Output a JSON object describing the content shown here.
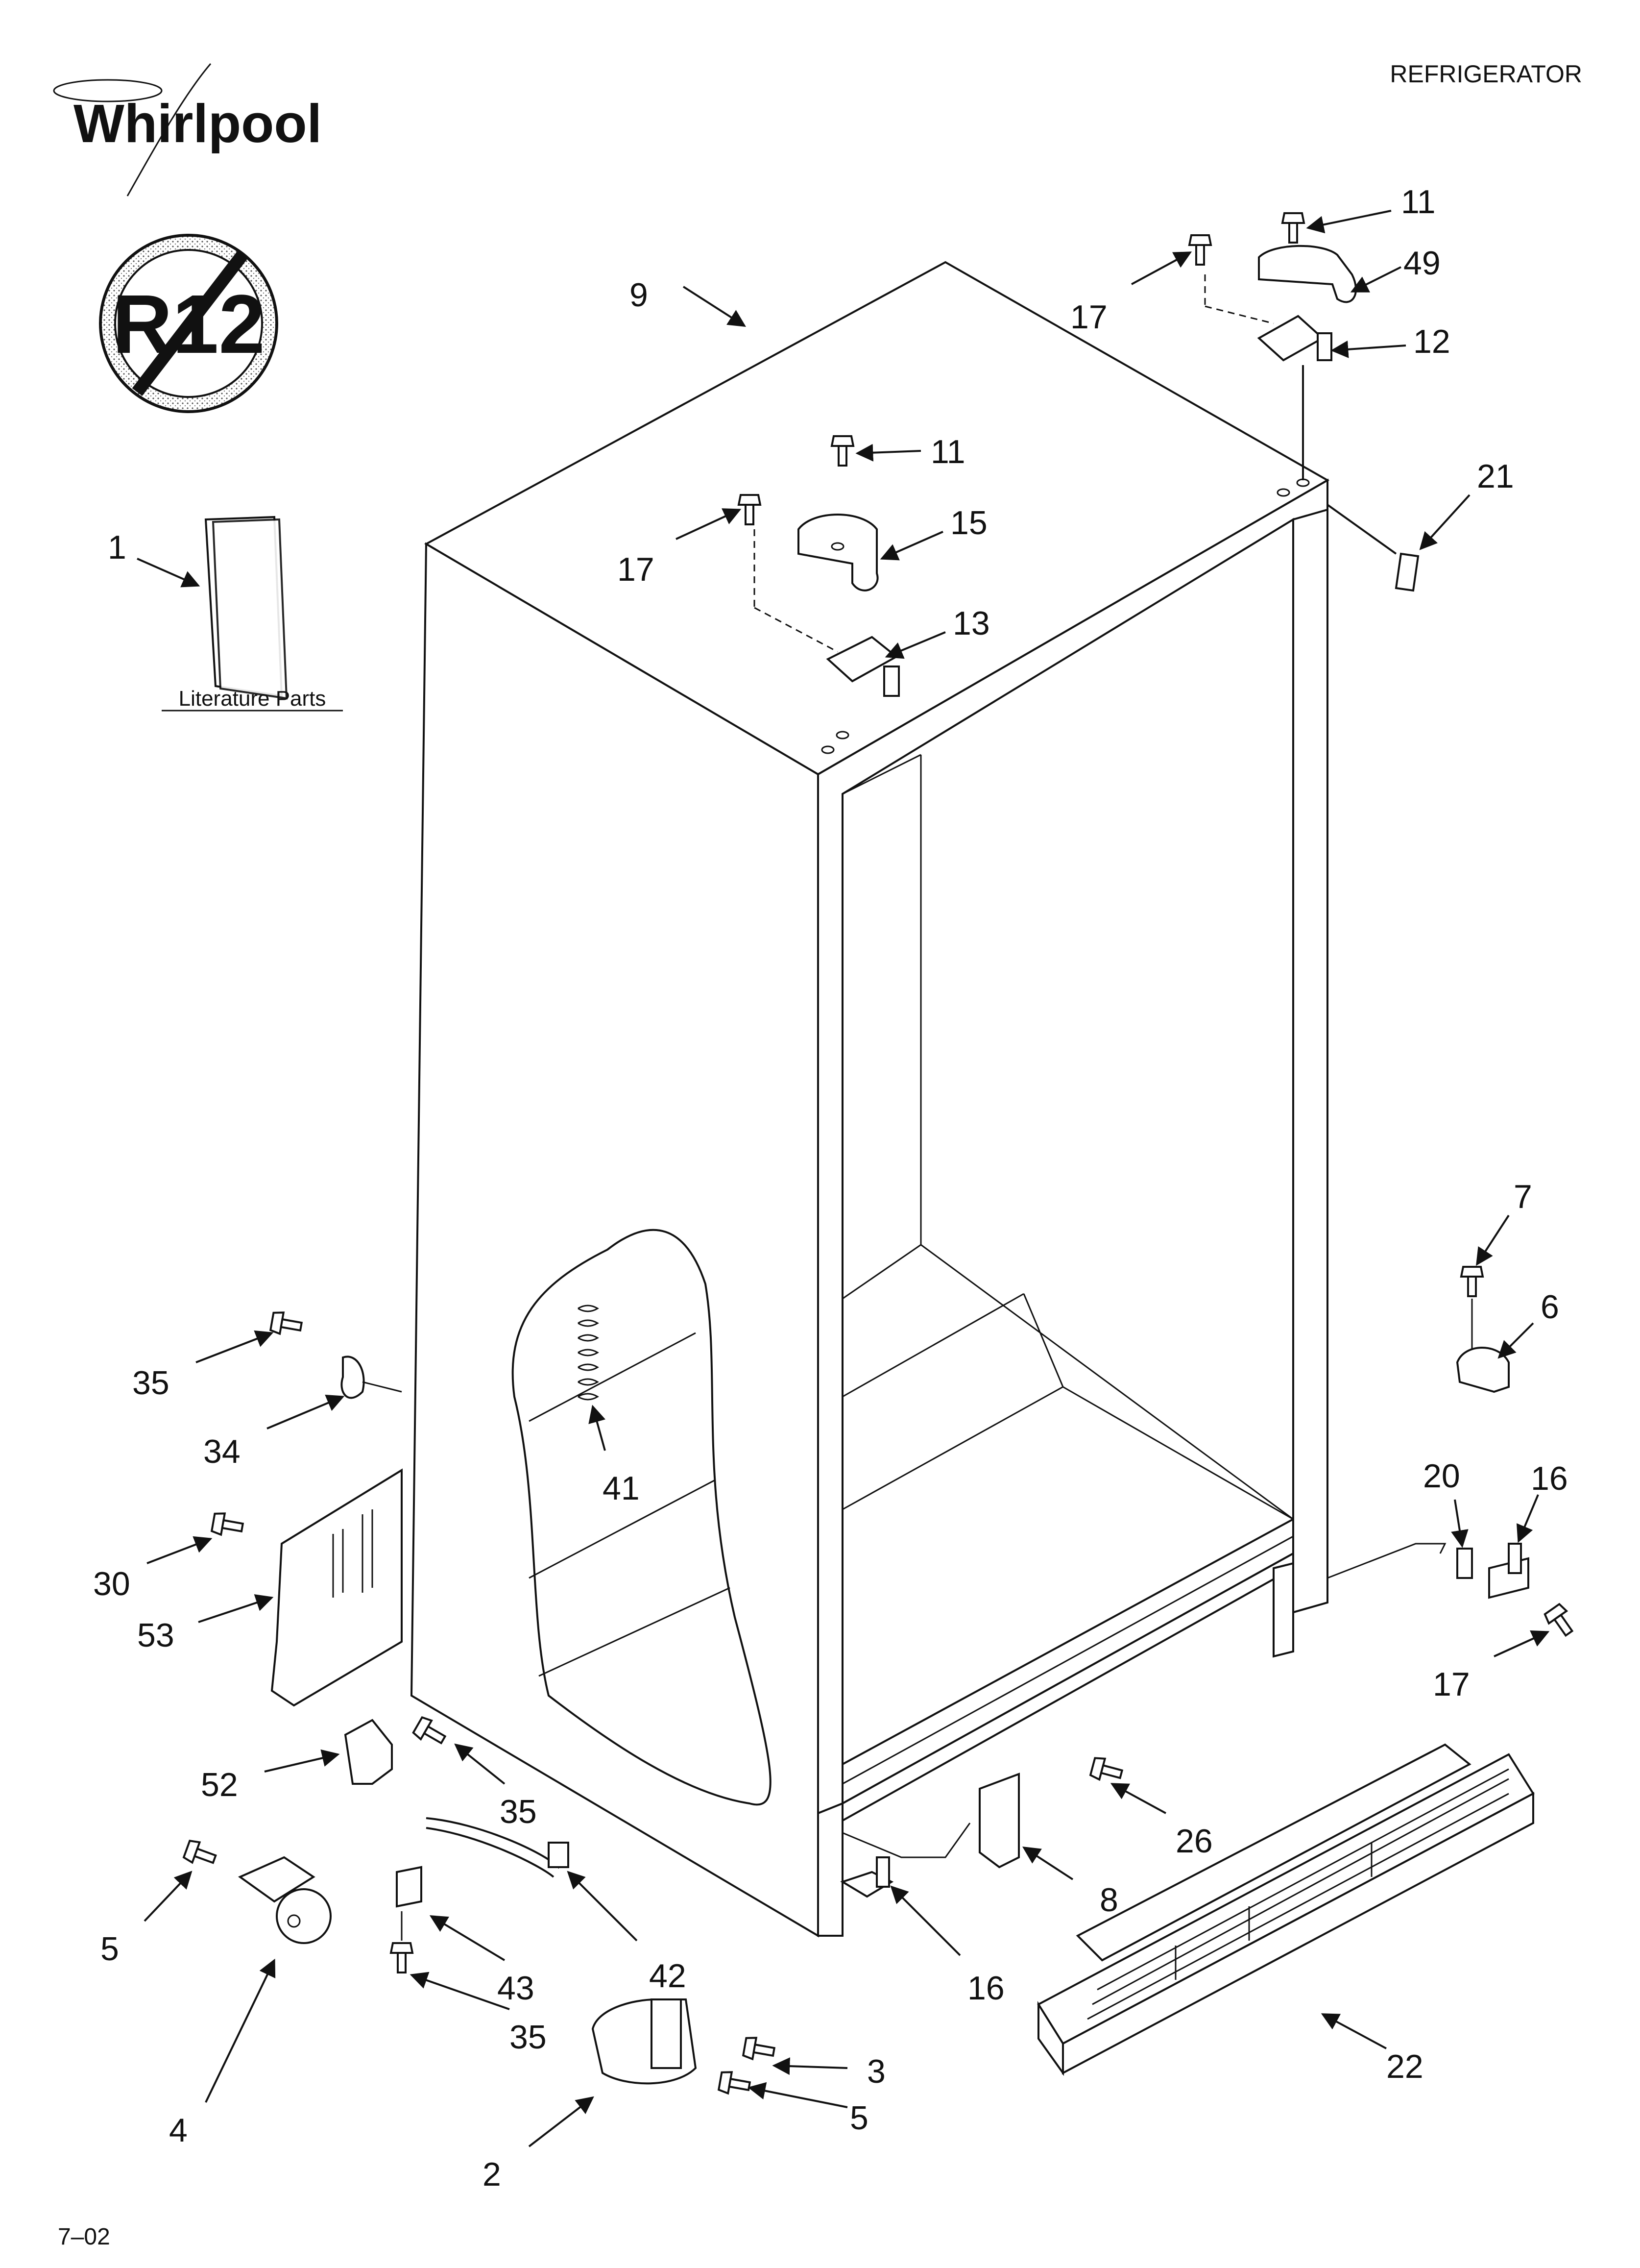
{
  "header": {
    "brand": "Whirlpool",
    "product": "REFRIGERATOR"
  },
  "badge": {
    "text": "R12"
  },
  "literature": {
    "label": "Literature Parts"
  },
  "footer": {
    "code": "7–02"
  },
  "callouts": {
    "c1": "1",
    "c9": "9",
    "c11a": "11",
    "c17a": "17",
    "c15": "15",
    "c13": "13",
    "c11b": "11",
    "c17b": "17",
    "c49": "49",
    "c12": "12",
    "c21": "21",
    "c7": "7",
    "c6": "6",
    "c20": "20",
    "c16a": "16",
    "c17c": "17",
    "c35a": "35",
    "c34": "34",
    "c41": "41",
    "c30": "30",
    "c53": "53",
    "c52": "52",
    "c35b": "35",
    "c26": "26",
    "c8": "8",
    "c5a": "5",
    "c43": "43",
    "c42": "42",
    "c16b": "16",
    "c4": "4",
    "c35c": "35",
    "c3": "3",
    "c5b": "5",
    "c2": "2",
    "c22": "22"
  }
}
